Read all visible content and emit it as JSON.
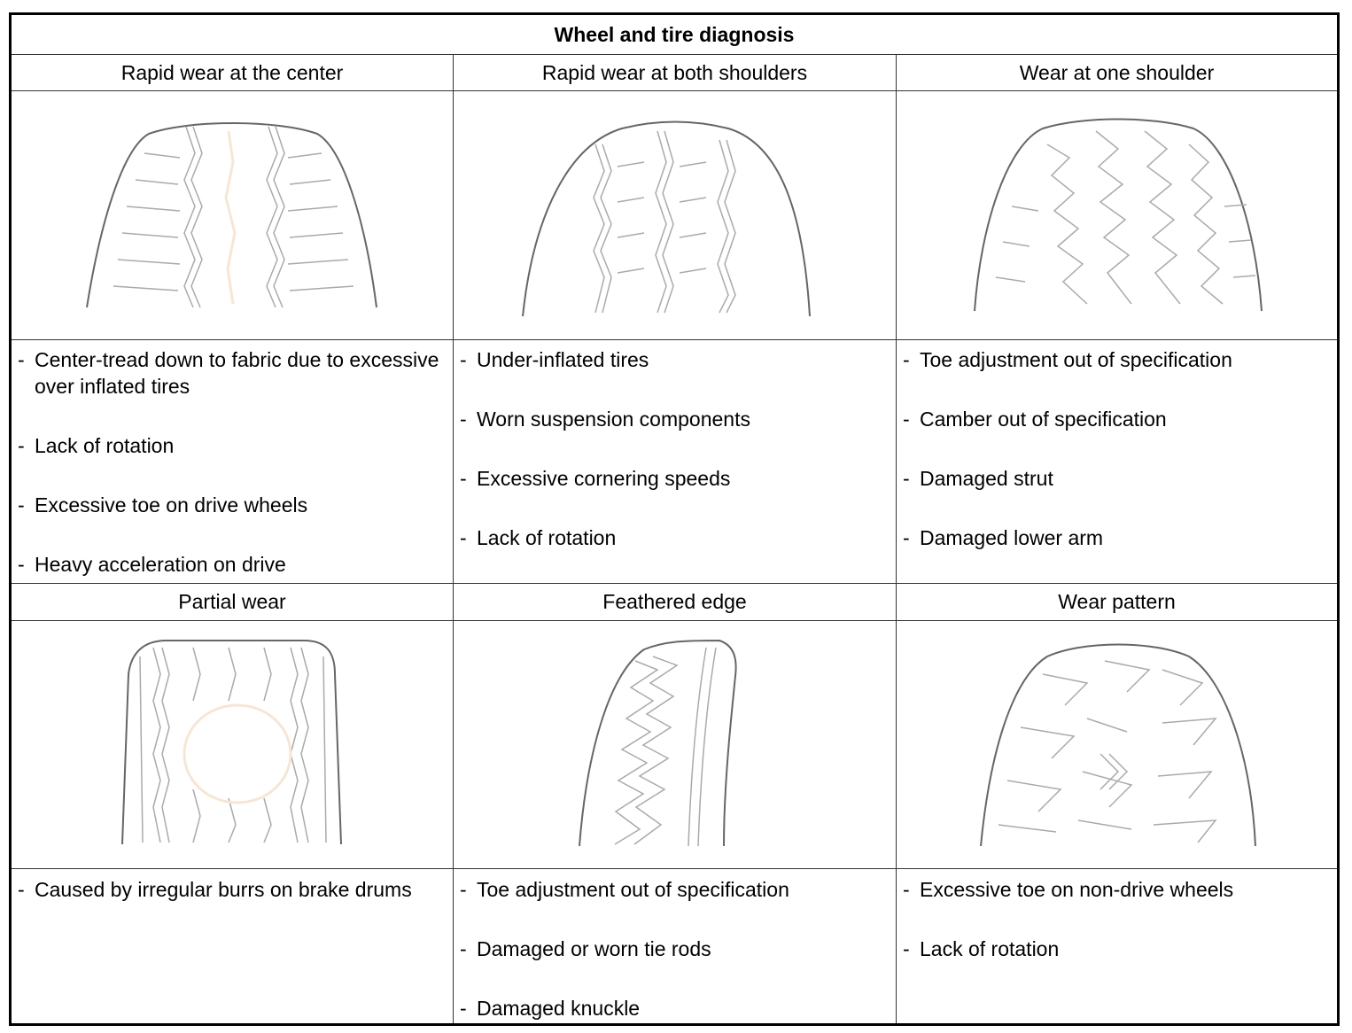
{
  "table": {
    "title": "Wheel and tire diagnosis",
    "rows": [
      [
        {
          "heading": "Rapid wear at the center",
          "image": "tire-center-wear-illustration",
          "causes": [
            "Center-tread down to fabric due to excessive over inflated tires",
            "Lack of rotation",
            "Excessive toe on drive wheels",
            "Heavy acceleration on drive"
          ]
        },
        {
          "heading": "Rapid wear at both shoulders",
          "image": "tire-shoulder-wear-illustration",
          "causes": [
            "Under-inflated tires",
            "Worn suspension components",
            "Excessive cornering speeds",
            "Lack of rotation"
          ]
        },
        {
          "heading": "Wear at one shoulder",
          "image": "tire-one-shoulder-wear-illustration",
          "causes": [
            "Toe adjustment out of specification",
            "Camber out of specification",
            "Damaged strut",
            "Damaged lower arm"
          ]
        }
      ],
      [
        {
          "heading": "Partial wear",
          "image": "tire-partial-wear-illustration",
          "causes": [
            "Caused by irregular burrs on brake drums"
          ]
        },
        {
          "heading": "Feathered edge",
          "image": "tire-feathered-edge-illustration",
          "causes": [
            "Toe adjustment out of specification",
            "Damaged or worn tie rods",
            "Damaged knuckle"
          ]
        },
        {
          "heading": "Wear pattern",
          "image": "tire-wear-pattern-illustration",
          "causes": [
            "Excessive toe on non-drive wheels",
            "Lack of rotation"
          ]
        }
      ]
    ]
  }
}
